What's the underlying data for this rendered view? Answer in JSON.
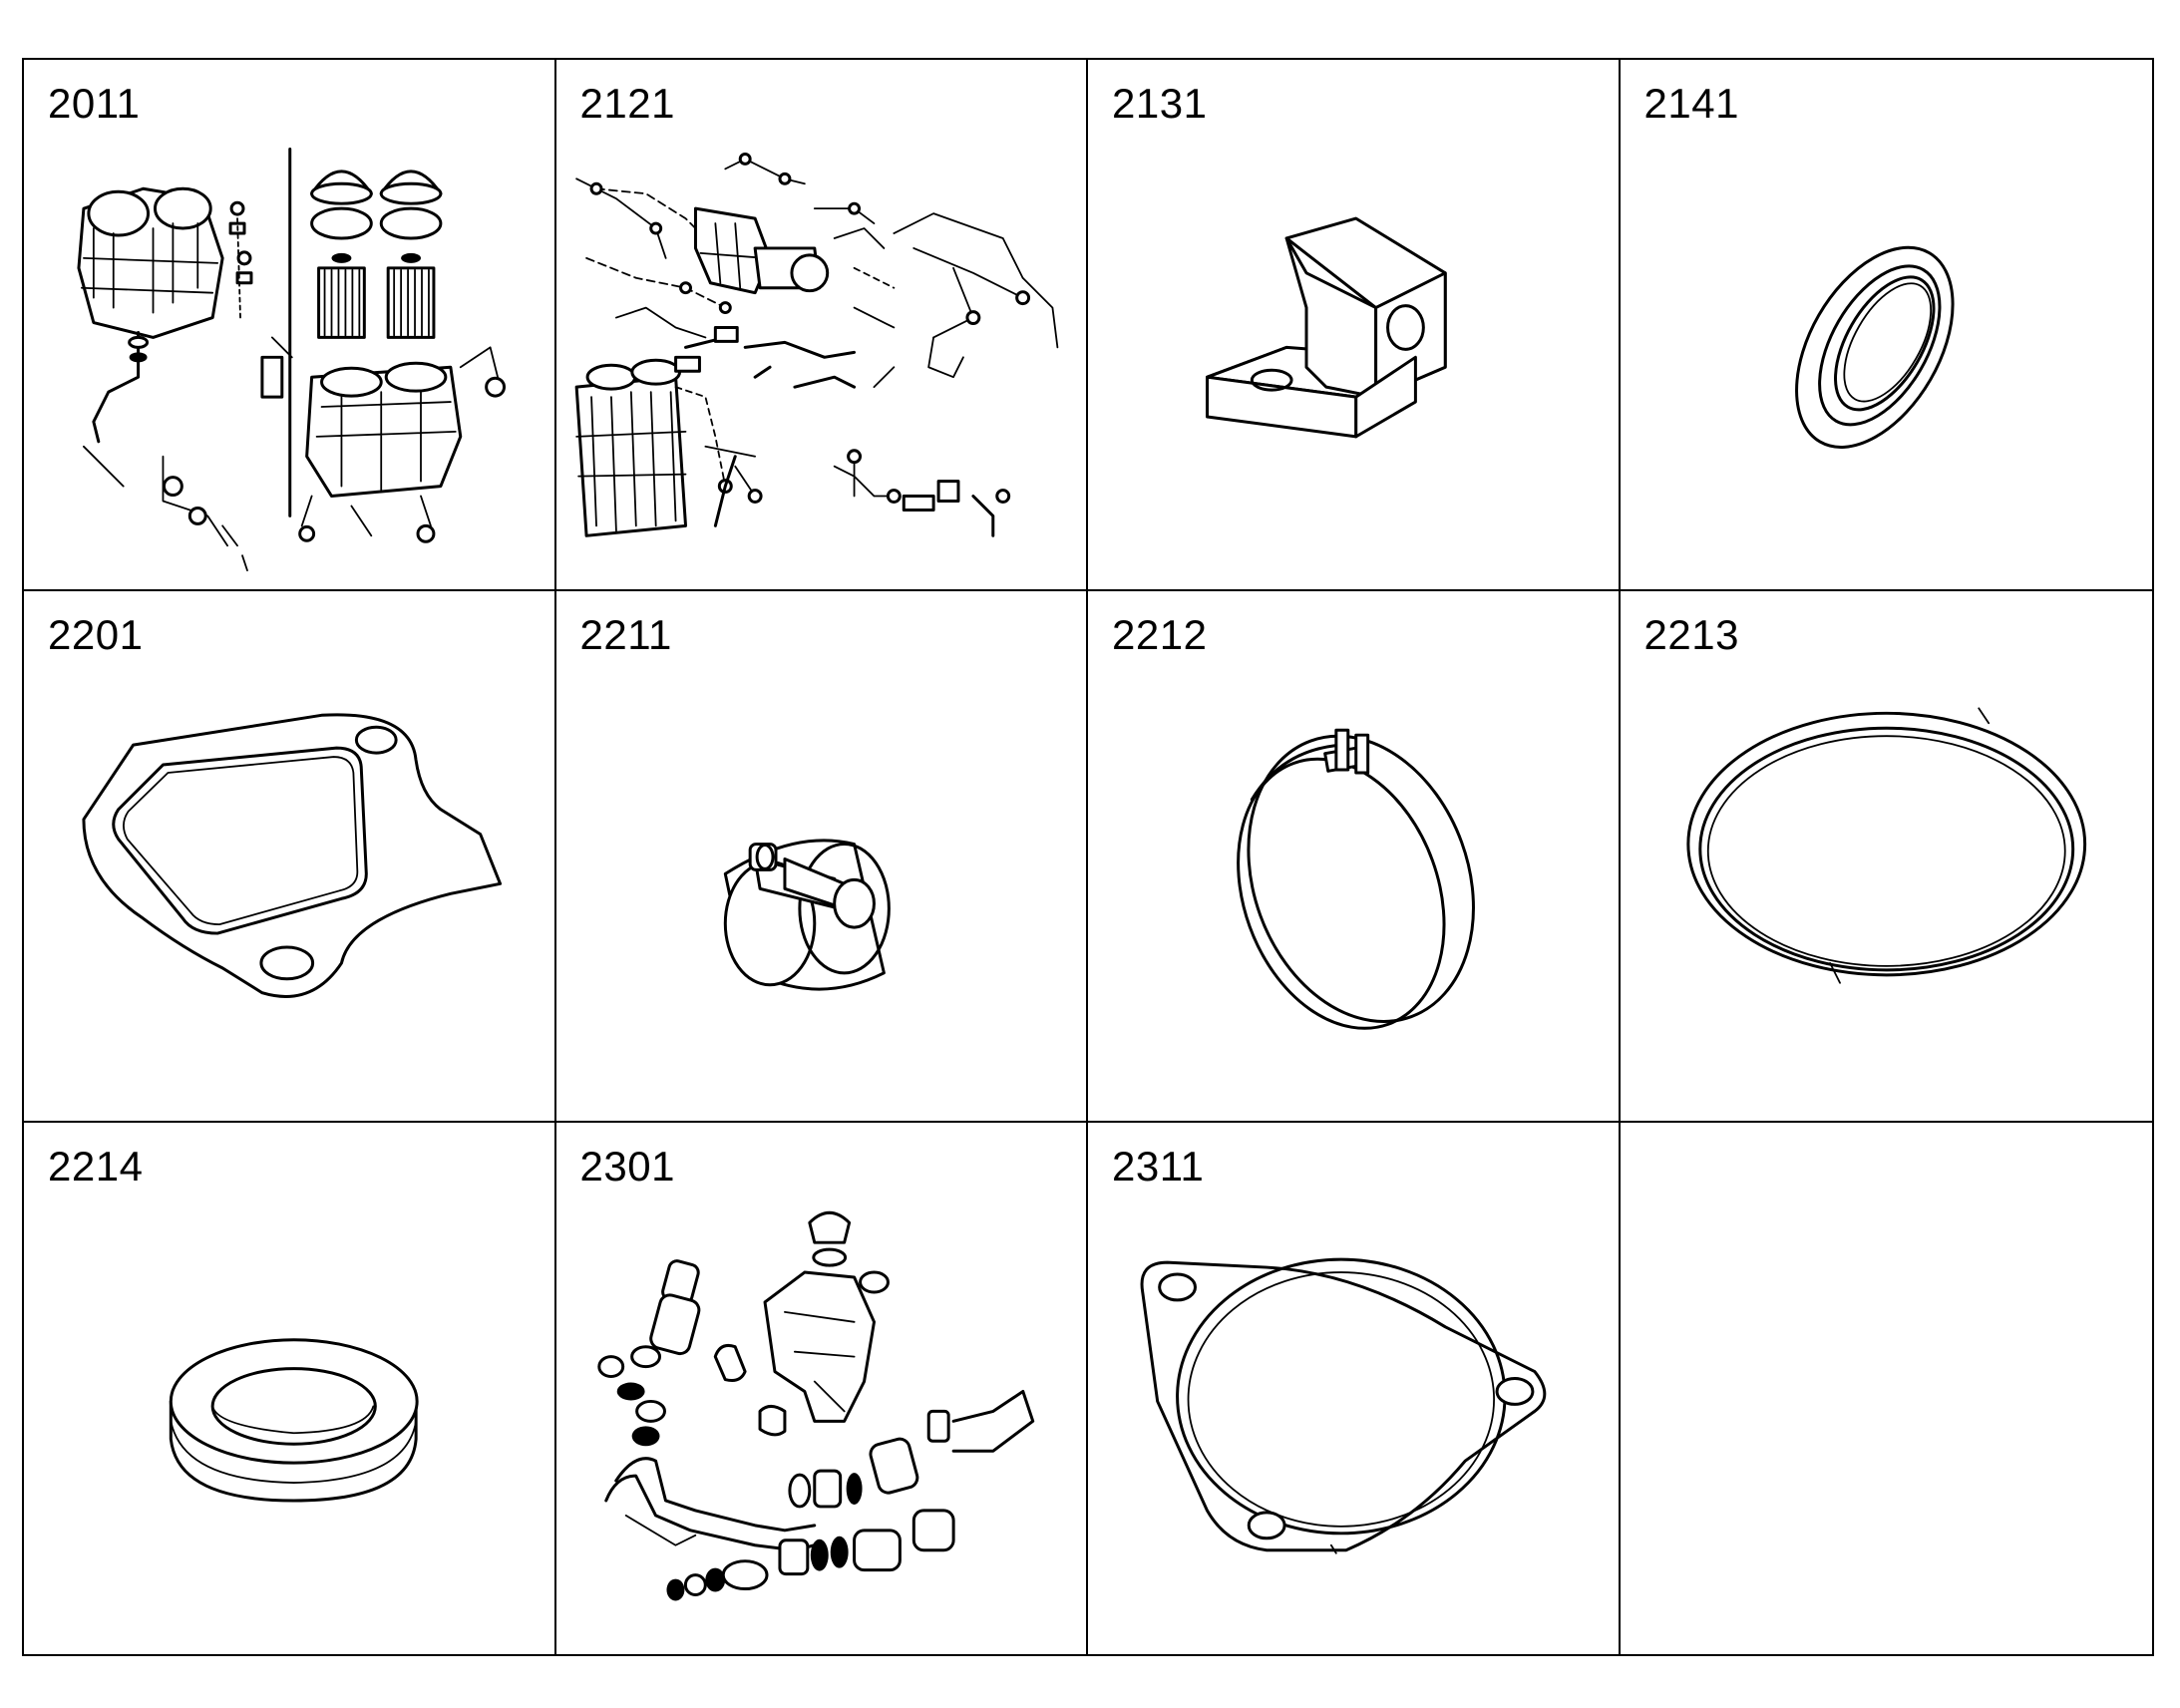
{
  "parts": [
    {
      "id": "2011",
      "icon": "fuel-filter-module-exploded-icon"
    },
    {
      "id": "2121",
      "icon": "fuel-line-assembly-exploded-icon"
    },
    {
      "id": "2131",
      "icon": "mounting-bracket-icon"
    },
    {
      "id": "2141",
      "icon": "shaft-seal-ring-icon"
    },
    {
      "id": "2201",
      "icon": "flange-gasket-icon"
    },
    {
      "id": "2211",
      "icon": "t-bolt-hose-clamp-icon"
    },
    {
      "id": "2212",
      "icon": "band-clamp-icon"
    },
    {
      "id": "2213",
      "icon": "o-ring-icon"
    },
    {
      "id": "2214",
      "icon": "sealing-washer-icon"
    },
    {
      "id": "2301",
      "icon": "coolant-hose-assembly-exploded-icon"
    },
    {
      "id": "2311",
      "icon": "three-hole-flange-gasket-icon"
    }
  ]
}
